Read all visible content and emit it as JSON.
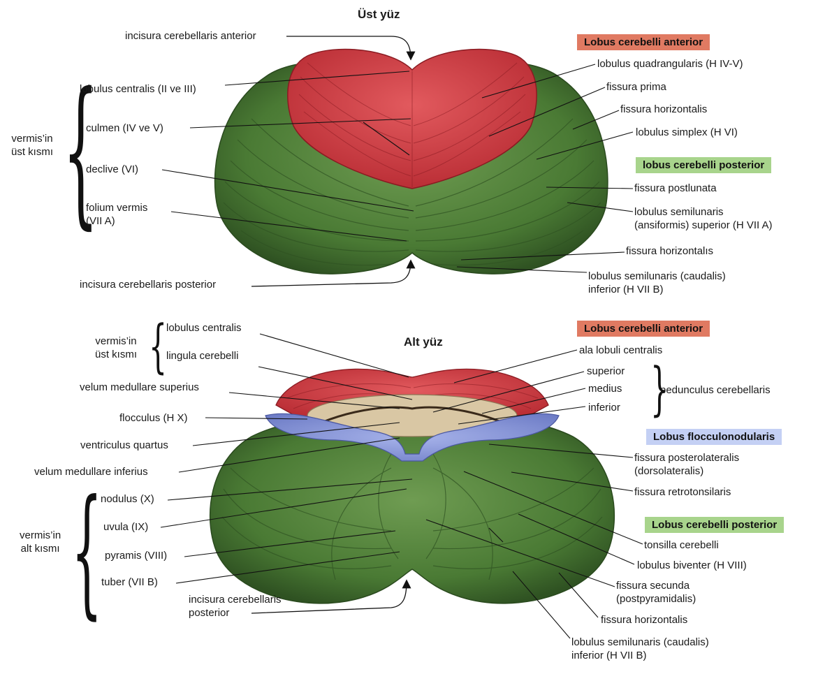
{
  "colors": {
    "anterior_lobe": "#c9323a",
    "posterior_lobe": "#4a7a34",
    "flocculonodular_lobe": "#8a98d8",
    "badge_anterior": "#e07a62",
    "badge_posterior": "#a8d48c",
    "badge_flocculonodular": "#c4d0f4",
    "leader_line": "#111111"
  },
  "upper_view": {
    "title": "Üst yüz",
    "badge_anterior": "Lobus cerebelli anterior",
    "badge_posterior": "lobus cerebelli posterior",
    "vermis_group_label": "vermis’in\nüst kısmı",
    "labels": {
      "incisura_anterior": "incisura cerebellaris anterior",
      "lobulus_centralis": "lobulus centralis (II ve III)",
      "culmen": "culmen (IV ve V)",
      "declive": "declive (VI)",
      "folium_vermis": "folium vermis\n(VII A)",
      "incisura_posterior": "incisura cerebellaris posterior",
      "lobulus_quadrangularis": "lobulus quadrangularis (H IV-V)",
      "fissura_prima": "fissura prima",
      "fissura_horizontalis_1": "fissura horizontalis",
      "lobulus_simplex": "lobulus simplex (H VI)",
      "fissura_postlunata": "fissura postlunata",
      "semilunaris_superior": "lobulus semilunaris\n(ansiformis) superior (H VII A)",
      "fissura_horizontalis_2": "fissura horizontalıs",
      "semilunaris_inferior": "lobulus semilunaris (caudalis)\ninferior (H VII B)"
    }
  },
  "lower_view": {
    "title": "Alt yüz",
    "badge_anterior": "Lobus cerebelli anterior",
    "badge_flocculonodular": "Lobus flocculonodularis",
    "badge_posterior": "Lobus cerebelli posterior",
    "vermis_upper_group_label": "vermis’in\nüst kısmı",
    "vermis_lower_group_label": "vermis’in\nalt kısmı",
    "peduncle_group_label": "pedunculus cerebellaris",
    "labels": {
      "lobulus_centralis": "lobulus centralis",
      "lingula": "lingula cerebelli",
      "velum_superius": "velum medullare superius",
      "flocculus": "flocculus (H X)",
      "ventriculus": "ventriculus quartus",
      "velum_inferius": "velum medullare inferius",
      "nodulus": "nodulus (X)",
      "uvula": "uvula (IX)",
      "pyramis": "pyramis (VIII)",
      "tuber": "tuber (VII B)",
      "incisura_posterior": "incisura cerebellaris\nposterior",
      "ala_lobuli": "ala lobuli centralis",
      "superior": "superior",
      "medius": "medius",
      "inferior": "inferior",
      "fissura_posterolateralis": "fissura posterolateralis\n(dorsolateralis)",
      "fissura_retrotonsillaris": "fissura retrotonsilaris",
      "tonsilla": "tonsilla cerebelli",
      "biventer": "lobulus biventer (H VIII)",
      "fissura_secunda": "fissura secunda\n(postpyramidalis)",
      "fissura_horizontalis": "fissura horizontalis",
      "semilunaris_inferior": "lobulus semilunaris (caudalis)\ninferior (H VII B)"
    }
  }
}
